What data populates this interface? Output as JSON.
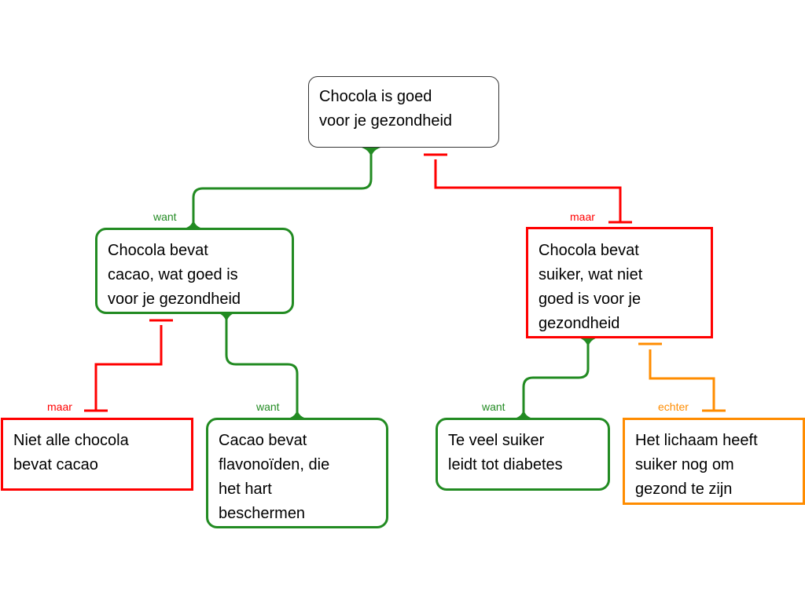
{
  "colors": {
    "want": "#228b22",
    "maar": "#ff0000",
    "echter": "#ff8c00",
    "root_border": "#333333"
  },
  "nodes": {
    "root": {
      "lines": [
        "Chocola is goed",
        "voor je gezondheid"
      ],
      "type": "claim"
    },
    "cacao": {
      "lines": [
        "Chocola bevat",
        "cacao, wat goed is",
        "voor je gezondheid"
      ],
      "type": "want"
    },
    "sugar": {
      "lines": [
        "Chocola bevat",
        "suiker, wat niet",
        "goed is voor je",
        "gezondheid"
      ],
      "type": "maar"
    },
    "not_all": {
      "lines": [
        "Niet alle chocola",
        "bevat cacao"
      ],
      "type": "maar"
    },
    "flavonoids": {
      "lines": [
        "Cacao bevat",
        "flavonoïden, die",
        "het hart",
        "beschermen"
      ],
      "type": "want"
    },
    "diabetes": {
      "lines": [
        "Te veel suiker",
        "leidt tot diabetes"
      ],
      "type": "want"
    },
    "body_needs": {
      "lines": [
        "Het lichaam heeft",
        "suiker nog om",
        "gezond te zijn"
      ],
      "type": "echter"
    }
  },
  "links": {
    "cacao_to_root": {
      "label": "want"
    },
    "sugar_to_root": {
      "label": "maar"
    },
    "not_all_to_cacao": {
      "label": "maar"
    },
    "flavonoids_to_cacao": {
      "label": "want"
    },
    "diabetes_to_sugar": {
      "label": "want"
    },
    "body_needs_to_sugar": {
      "label": "echter"
    }
  }
}
